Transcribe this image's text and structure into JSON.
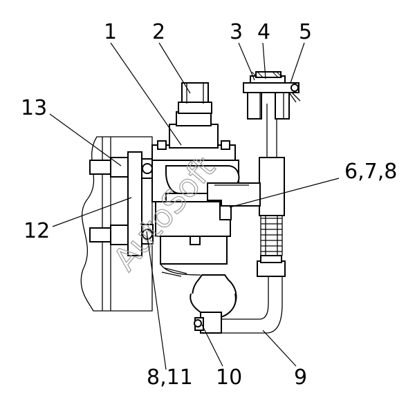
{
  "callouts": {
    "c1": "1",
    "c2": "2",
    "c3": "3",
    "c4": "4",
    "c5": "5",
    "c6": "6,7,8",
    "c9": "9",
    "c10": "10",
    "c11": "8,11",
    "c12": "12",
    "c13": "13"
  },
  "watermark": "AutoSoft"
}
